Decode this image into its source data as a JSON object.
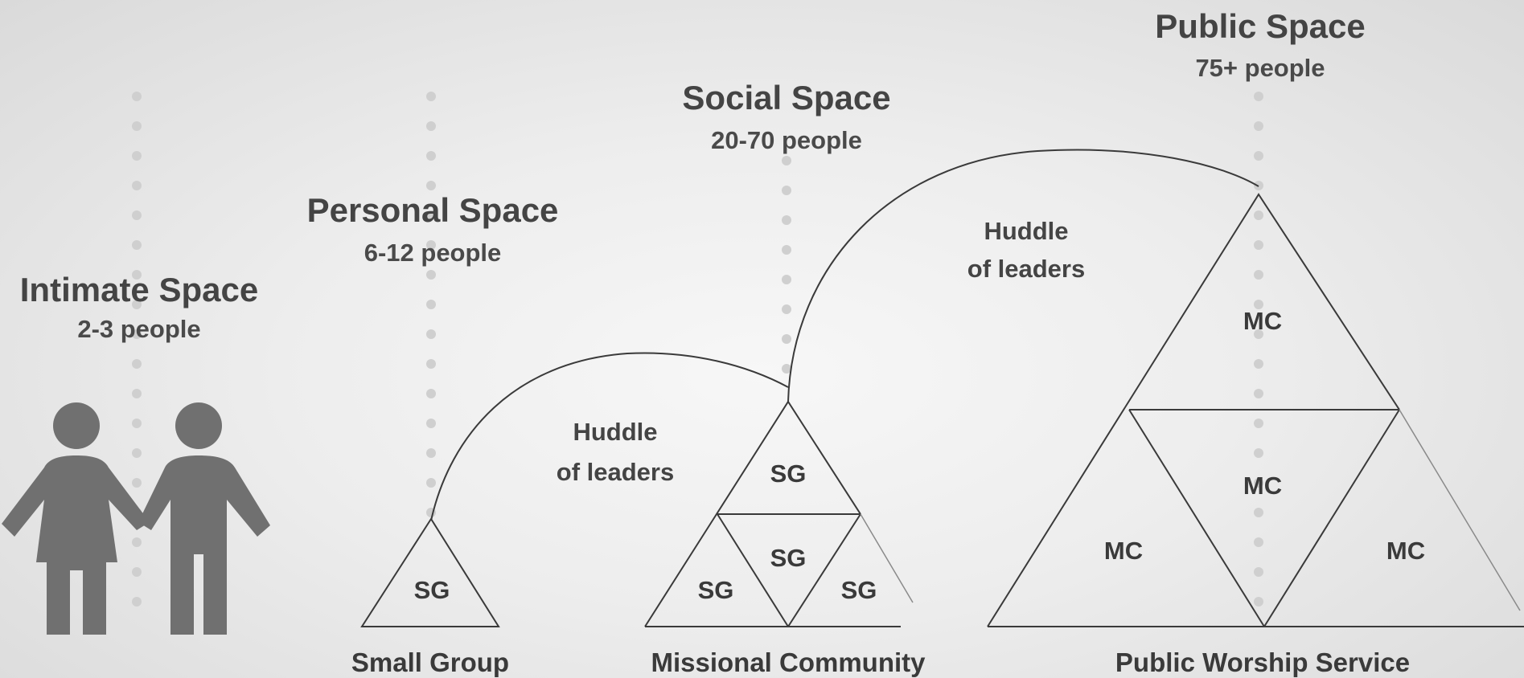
{
  "spaces": {
    "intimate": {
      "title": "Intimate Space",
      "people": "2-3 people"
    },
    "personal": {
      "title": "Personal Space",
      "people": "6-12 people"
    },
    "social": {
      "title": "Social Space",
      "people": "20-70 people"
    },
    "public": {
      "title": "Public Space",
      "people": "75+ people"
    }
  },
  "huddles": {
    "first": {
      "line1": "Huddle",
      "line2": "of leaders"
    },
    "second": {
      "line1": "Huddle",
      "line2": "of leaders"
    }
  },
  "small_group": {
    "cell": "SG"
  },
  "missional_community": {
    "cells": [
      "SG",
      "SG",
      "SG",
      "SG"
    ]
  },
  "public_worship": {
    "cells": [
      "MC",
      "MC",
      "MC",
      "MC"
    ]
  },
  "bottom_labels": {
    "small_group": "Small Group",
    "missional_community": "Missional Community",
    "public_worship": "Public Worship Service"
  },
  "icons": {
    "people": "two-people-holding-hands-icon"
  },
  "colors": {
    "ink": "#3a3a3a",
    "dots": "#cfcfcf",
    "figure": "#707070"
  }
}
